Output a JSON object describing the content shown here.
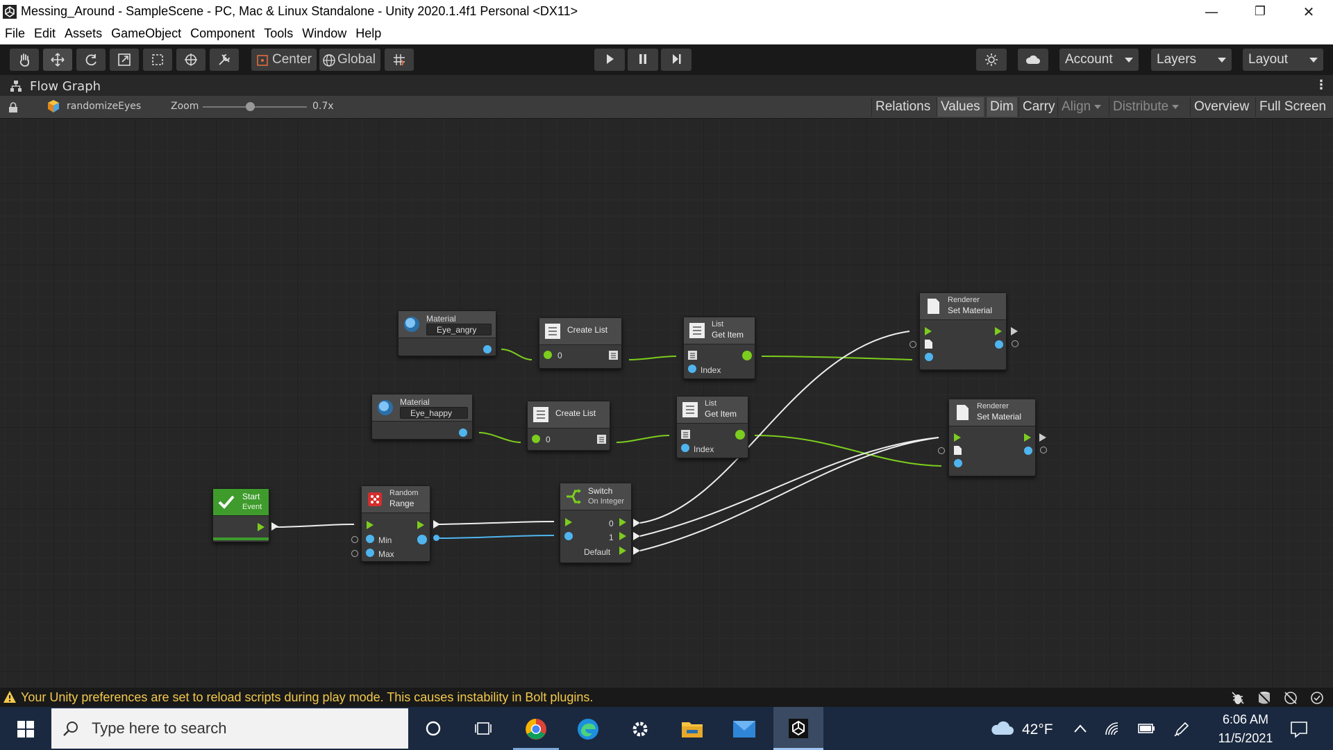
{
  "window": {
    "title": "Messing_Around - SampleScene - PC, Mac & Linux Standalone - Unity 2020.1.4f1 Personal <DX11>",
    "controls": {
      "minimize": "—",
      "restore": "❐",
      "close": "✕"
    }
  },
  "menu": [
    "File",
    "Edit",
    "Assets",
    "GameObject",
    "Component",
    "Tools",
    "Window",
    "Help"
  ],
  "toolbar": {
    "pivot": "Center",
    "space": "Global",
    "account": "Account",
    "layers": "Layers",
    "layout": "Layout"
  },
  "tab": {
    "title": "Flow Graph"
  },
  "graph_toolbar": {
    "object": "randomizeEyes",
    "zoom_label": "Zoom",
    "zoom_value": "0.7x",
    "zoom_level": 0.45,
    "buttons": [
      "Relations",
      "Values",
      "Dim",
      "Carry",
      "Align",
      "Distribute",
      "Overview",
      "Full Screen"
    ]
  },
  "nodes": {
    "material1": {
      "title": "Material",
      "value": "Eye_angry"
    },
    "material2": {
      "title": "Material",
      "value": "Eye_happy"
    },
    "createlist1": {
      "title": "Create List",
      "value": "0"
    },
    "createlist2": {
      "title": "Create List",
      "value": "0"
    },
    "getitem1": {
      "category": "List",
      "title": "Get Item",
      "port": "Index"
    },
    "getitem2": {
      "category": "List",
      "title": "Get Item",
      "port": "Index"
    },
    "setmat1": {
      "category": "Renderer",
      "title": "Set Material"
    },
    "setmat2": {
      "category": "Renderer",
      "title": "Set Material"
    },
    "start": {
      "title": "Start",
      "subtitle": "Event"
    },
    "random": {
      "category": "Random",
      "title": "Range",
      "min": "Min",
      "max": "Max"
    },
    "switch": {
      "title": "Switch",
      "subtitle": "On Integer",
      "case0": "0",
      "case1": "1",
      "default": "Default"
    }
  },
  "status": {
    "message": "Your Unity preferences are set to reload scripts during play mode. This causes instability in Bolt plugins."
  },
  "taskbar": {
    "search_placeholder": "Type here to search",
    "temperature": "42°F",
    "time": "6:06 AM",
    "date": "11/5/2021"
  },
  "colors": {
    "flow_green": "#7ccd1e",
    "value_blue": "#4fb5ef",
    "warning": "#f2c94c",
    "taskbar": "#1a2940"
  }
}
